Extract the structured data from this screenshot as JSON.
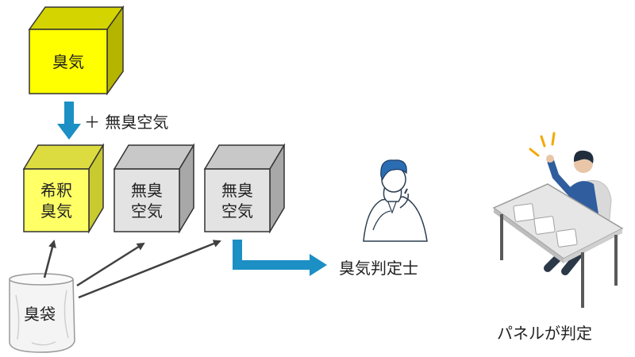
{
  "steps": {
    "odor_label": "臭気",
    "add_label": "＋ 無臭空気",
    "diluted_label": [
      "希釈",
      "臭気"
    ],
    "odorless1_label": [
      "無臭",
      "空気"
    ],
    "odorless2_label": [
      "無臭",
      "空気"
    ],
    "bag_label": "臭袋",
    "judge_label": "臭気判定士",
    "panel_label": "パネルが判定"
  },
  "colors": {
    "odor_front": "#ffff00",
    "odor_side": "#b5b500",
    "diluted_front": "#ffff66",
    "diluted_side": "#c9c930",
    "gray_front": "#e3e3e3",
    "gray_side": "#a8a8a8",
    "arrow_blue": "#1c8fc4",
    "arrow_dark": "#404040"
  }
}
